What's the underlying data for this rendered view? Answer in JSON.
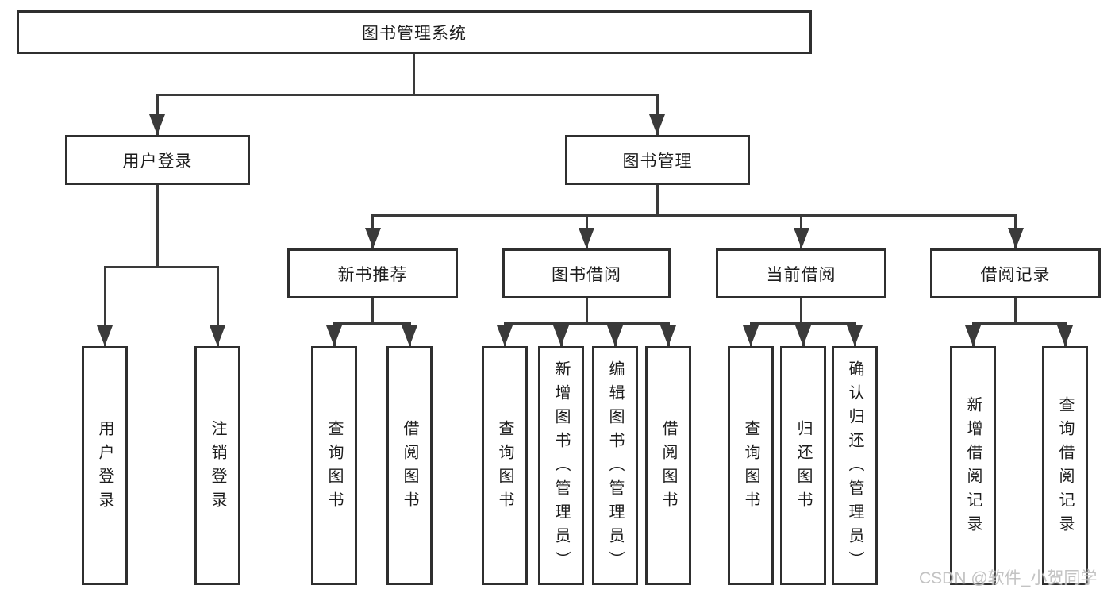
{
  "diagram": {
    "root": "图书管理系统",
    "level2": {
      "user_login": "用户登录",
      "book_management": "图书管理"
    },
    "level3": {
      "new_books": "新书推荐",
      "book_borrow": "图书借阅",
      "current_borrow": "当前借阅",
      "borrow_records": "借阅记录"
    },
    "leaves": {
      "user_login": [
        "用户登录",
        "注销登录"
      ],
      "new_books": [
        "查询图书",
        "借阅图书"
      ],
      "book_borrow": [
        "查询图书",
        "新增图书（管理员）",
        "编辑图书（管理员）",
        "借阅图书"
      ],
      "current_borrow": [
        "查询图书",
        "归还图书",
        "确认归还（管理员）"
      ],
      "borrow_records": [
        "新增借阅记录",
        "查询借阅记录"
      ]
    }
  },
  "watermark": "CSDN @软件_小贺同学",
  "colors": {
    "line": "#3a3a3a",
    "box_border": "#2f2f2f",
    "text": "#1d1d1d",
    "watermark": "#c3c3c3",
    "background": "#ffffff"
  }
}
